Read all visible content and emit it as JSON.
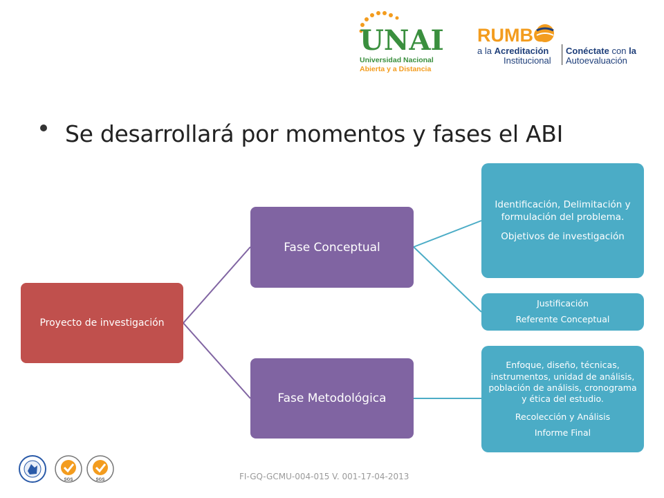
{
  "slide": {
    "title": "Se desarrollará por momentos  y fases el ABI",
    "footer_code": "FI-GQ-GCMU-004-015  V. 001-17-04-2013"
  },
  "logos": {
    "unad": {
      "wordmark": "UNAD",
      "line1": "Universidad Nacional",
      "line2": "Abierta y a Distancia"
    },
    "rumbo": {
      "word": "RUMBO",
      "line1_a": "a la",
      "line1_b": "Acreditación",
      "line2": "Institucional",
      "right_a": "Conéctate",
      "right_b": "con",
      "right_c": "la",
      "right_line2": "Autoevaluación"
    },
    "seals": [
      "SGS",
      "SGS"
    ]
  },
  "diagram": {
    "root": {
      "label": "Proyecto de investigación"
    },
    "phases": [
      {
        "label": "Fase Conceptual"
      },
      {
        "label": "Fase Metodológica"
      }
    ],
    "details": [
      {
        "lines": [
          "Identificación, Delimitación y formulación del problema.",
          "Objetivos de investigación"
        ]
      },
      {
        "lines": [
          "Justificación",
          "Referente Conceptual"
        ]
      },
      {
        "lines": [
          "Enfoque, diseño, técnicas, instrumentos, unidad de análisis, población de análisis, cronograma y ética del estudio.",
          "Recolección y Análisis",
          "Informe Final"
        ]
      }
    ]
  },
  "colors": {
    "root": "#c0504d",
    "phase": "#8064a2",
    "detail": "#4bacc6",
    "connector_purple": "#8064a2",
    "connector_teal": "#4bacc6",
    "unad_green": "#3a8f3e",
    "unad_orange": "#f39c1e",
    "rumbo_orange": "#f39c1e",
    "rumbo_blue": "#1f3f7a"
  }
}
